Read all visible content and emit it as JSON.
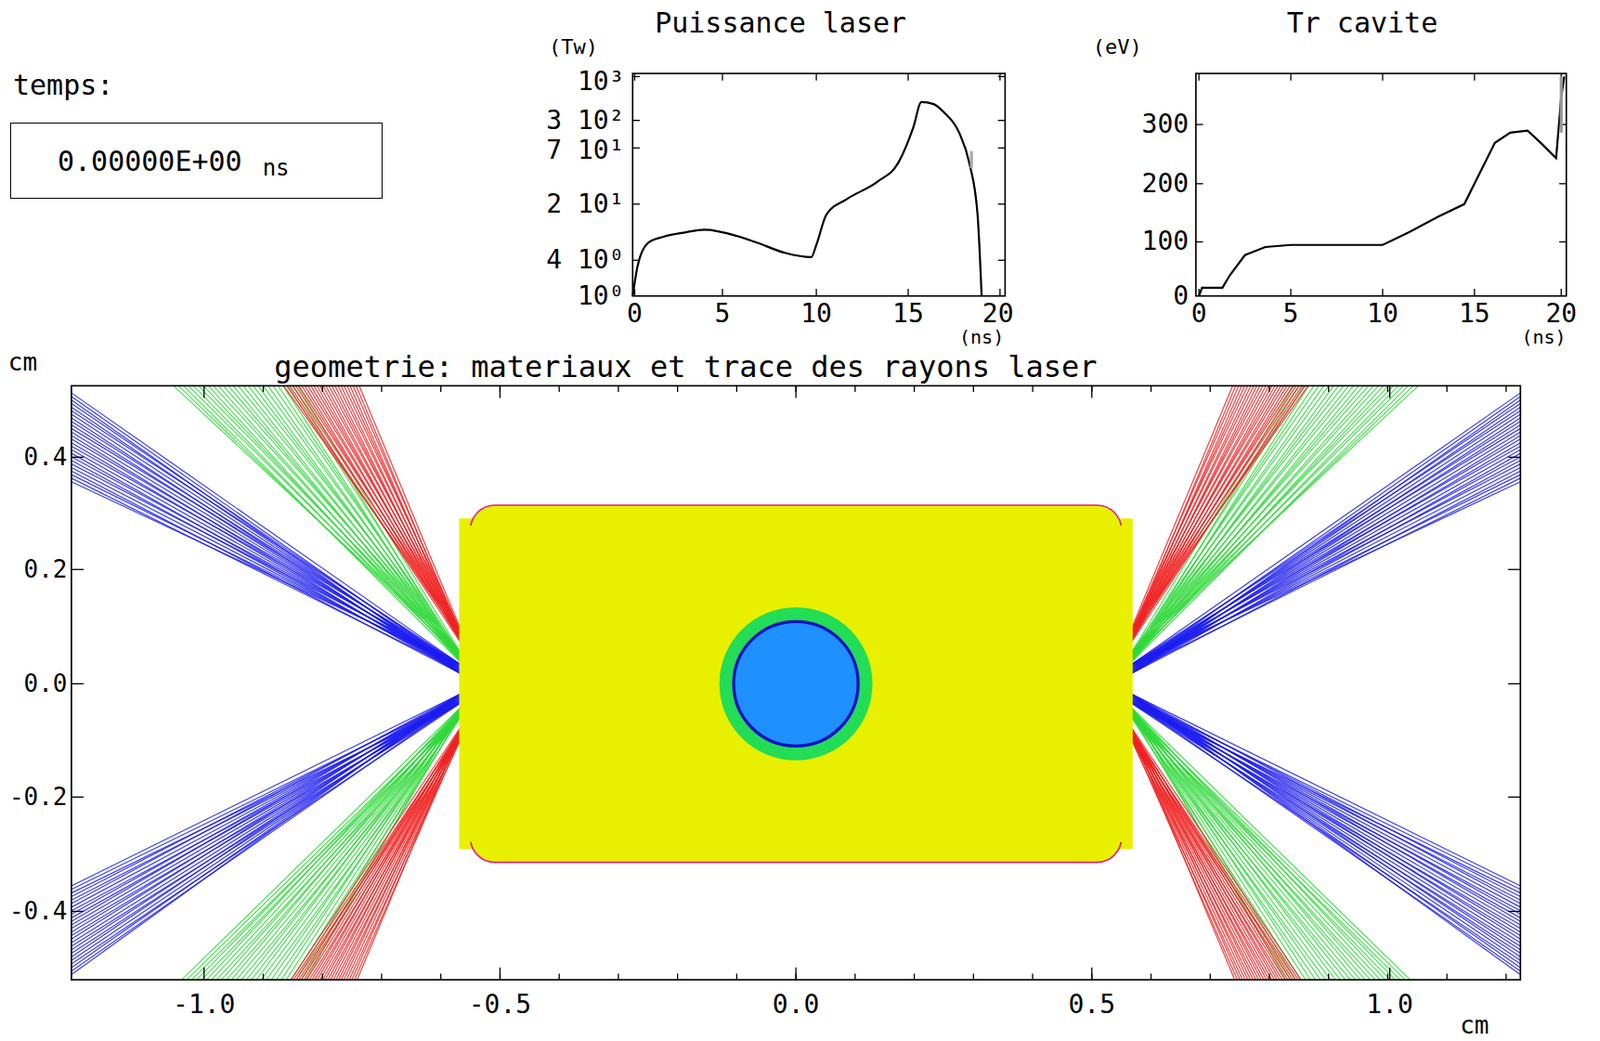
{
  "diagram": {
    "nodes": [
      {
        "text": [
          "temps:",
          "0.00000E+00",
          "ns"
        ]
      }
    ],
    "labels": [
      "Puissance laser",
      "(Tw)",
      "10³",
      "3 10²",
      "7 10¹",
      "2 10¹",
      "4 10⁰",
      "10⁰",
      "0",
      "5",
      "10",
      "15",
      "20",
      "(ns)",
      "Tr cavite",
      "(eV)",
      "300",
      "200",
      "100",
      "0",
      "0",
      "5",
      "10",
      "15",
      "20",
      "(ns)",
      "geometrie: materiaux et trace des rayons laser",
      "cm",
      "0.4",
      "0.2",
      "0.0",
      "-0.2",
      "-0.4",
      "-1.0",
      "-0.5",
      "0.0",
      "0.5",
      "1.0",
      "cm"
    ]
  }
}
